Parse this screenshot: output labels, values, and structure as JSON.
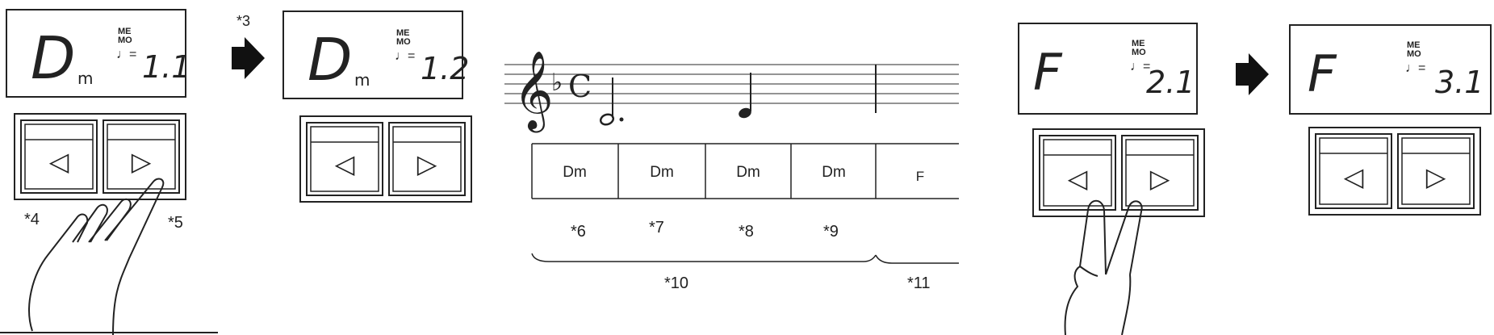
{
  "panels": [
    {
      "chord_root": "D",
      "chord_quality": "m",
      "memo_line1": "ME",
      "memo_line2": "MO",
      "tempo_symbol": "♩=",
      "position": "1.1"
    },
    {
      "chord_root": "D",
      "chord_quality": "m",
      "memo_line1": "ME",
      "memo_line2": "MO",
      "tempo_symbol": "♩=",
      "position": "1.2"
    },
    {
      "chord_root": "F",
      "chord_quality": "",
      "memo_line1": "ME",
      "memo_line2": "MO",
      "tempo_symbol": "♩=",
      "position": "2.1"
    },
    {
      "chord_root": "F",
      "chord_quality": "",
      "memo_line1": "ME",
      "memo_line2": "MO",
      "tempo_symbol": "♩=",
      "position": "3.1"
    }
  ],
  "buttons": {
    "prev_glyph": "◁",
    "next_glyph": "▷"
  },
  "arrows": {
    "right_arrow_icon": "right-arrow-icon"
  },
  "notes": {
    "n3": "*3",
    "n4": "*4",
    "n5": "*5",
    "n6": "*6",
    "n7": "*7",
    "n8": "*8",
    "n9": "*9",
    "n10": "*10",
    "n11": "*11"
  },
  "score": {
    "clef_icon": "treble-clef-icon",
    "key_signature": "♭",
    "time_signature": "C",
    "measures": [
      "Dm",
      "Dm",
      "Dm",
      "Dm",
      "F"
    ]
  },
  "hands": {
    "one_finger_icon": "hand-pointing-icon",
    "two_finger_icon": "hand-two-fingers-icon"
  }
}
